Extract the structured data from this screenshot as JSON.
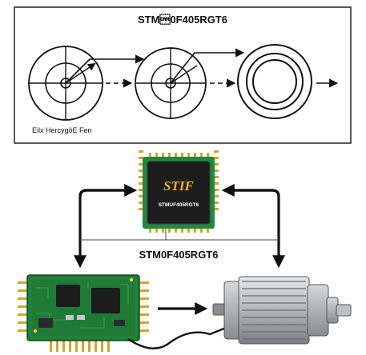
{
  "top_panel": {
    "title": "STM\u00180F405RGT6",
    "caption": "Eilx HercygöE Fen"
  },
  "chip": {
    "logo": "STIF",
    "label": "STMUF405RGT6"
  },
  "center_label": "STM0F405RGT6",
  "colors": {
    "pcb_green": "#1f7a36",
    "chip_body": "#1c1c1c",
    "logo_yellow": "#f2b21b",
    "pin_gold": "#d9a326",
    "motor_gray": "#a9aaad"
  },
  "icons": [
    "ring-rotor-icon",
    "arrow-icon",
    "microcontroller-chip",
    "pcb-board",
    "electric-motor"
  ]
}
